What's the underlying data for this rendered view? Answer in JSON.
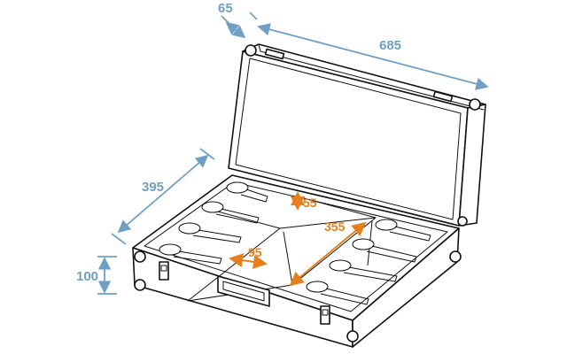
{
  "dimensions": {
    "lid_depth": "65",
    "length": "685",
    "width": "395",
    "height": "100",
    "slot_width": "95",
    "slot_length": "355",
    "slot_depth": "55"
  },
  "colors": {
    "outer_dimension": "#6f9fc4",
    "inner_dimension": "#e5801d",
    "outline": "#111111"
  },
  "icons": [
    "microphone-cutout-icon",
    "case-handle-icon",
    "latch-icon",
    "corner-ball-icon"
  ]
}
